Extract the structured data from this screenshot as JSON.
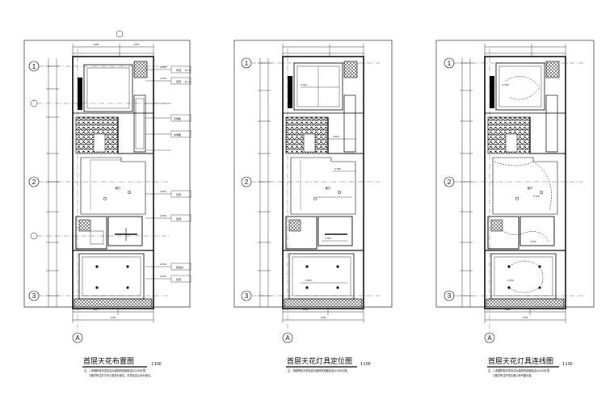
{
  "sheets": [
    {
      "title": "首层天花布置图",
      "scale": "1:100",
      "notes": [
        "注：1.本图所标天花标高为装饰完成面标高±0.000计算",
        "2.图中所注尺寸均以毫米为单位，天花标高以米为单位。"
      ]
    },
    {
      "title": "首层天花灯具定位图",
      "scale": "1:100",
      "notes": [
        "注：本图所标天花标高为装饰完成面标高±0.000计算。"
      ]
    },
    {
      "title": "首层天花灯具连线图",
      "scale": "1:100",
      "notes": [
        "注：1.本图所标天花标高为装饰完成面标高±0.000计算",
        "2.图中所注开关位置以电气图为准。"
      ]
    }
  ],
  "axis_labels": [
    "1",
    "2",
    "3",
    "A"
  ],
  "overall_dims": {
    "top_left": "1690",
    "top_right": "1220",
    "bottom_left": "2310",
    "bottom_total": "3700"
  },
  "elevations": [
    "2.650",
    "2.700",
    "2.600",
    "2.650",
    "2.750",
    "2.650",
    "2.600"
  ],
  "tag_labels": [
    "吊顶",
    "PL-1",
    "石膏板",
    "木饰面",
    "乳胶漆"
  ],
  "room_label": "客厅",
  "colors": {
    "line": "#000000",
    "paper": "#ffffff",
    "hatch": "#111111"
  }
}
